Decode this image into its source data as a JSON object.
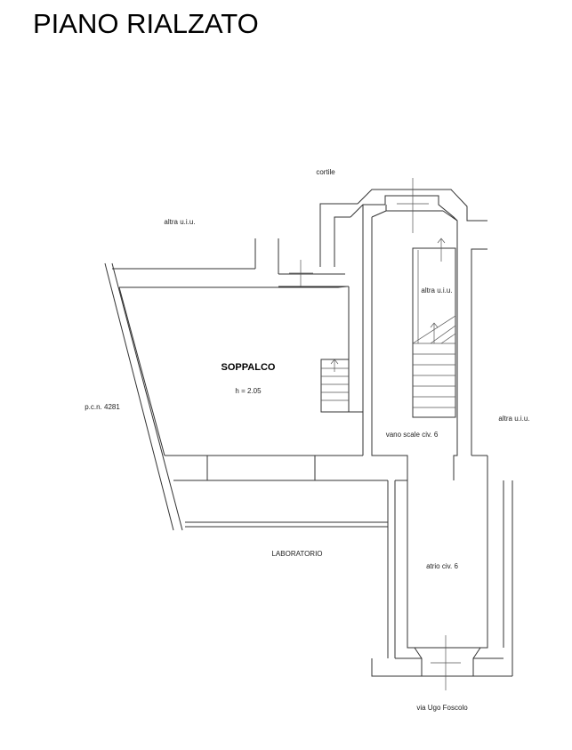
{
  "title": "PIANO RIALZATO",
  "labels": {
    "cortile": "cortile",
    "altra_uiu_top": "altra u.i.u.",
    "altra_uiu_stair": "altra u.i.u.",
    "altra_uiu_right": "altra u.i.u.",
    "soppalco": "SOPPALCO",
    "soppalco_height": "h = 2.05",
    "pcn": "p.c.n. 4281",
    "vano_scale": "vano scale civ. 6",
    "laboratorio": "LABORATORIO",
    "atrio": "atrio civ. 6",
    "street": "via Ugo Foscolo"
  }
}
